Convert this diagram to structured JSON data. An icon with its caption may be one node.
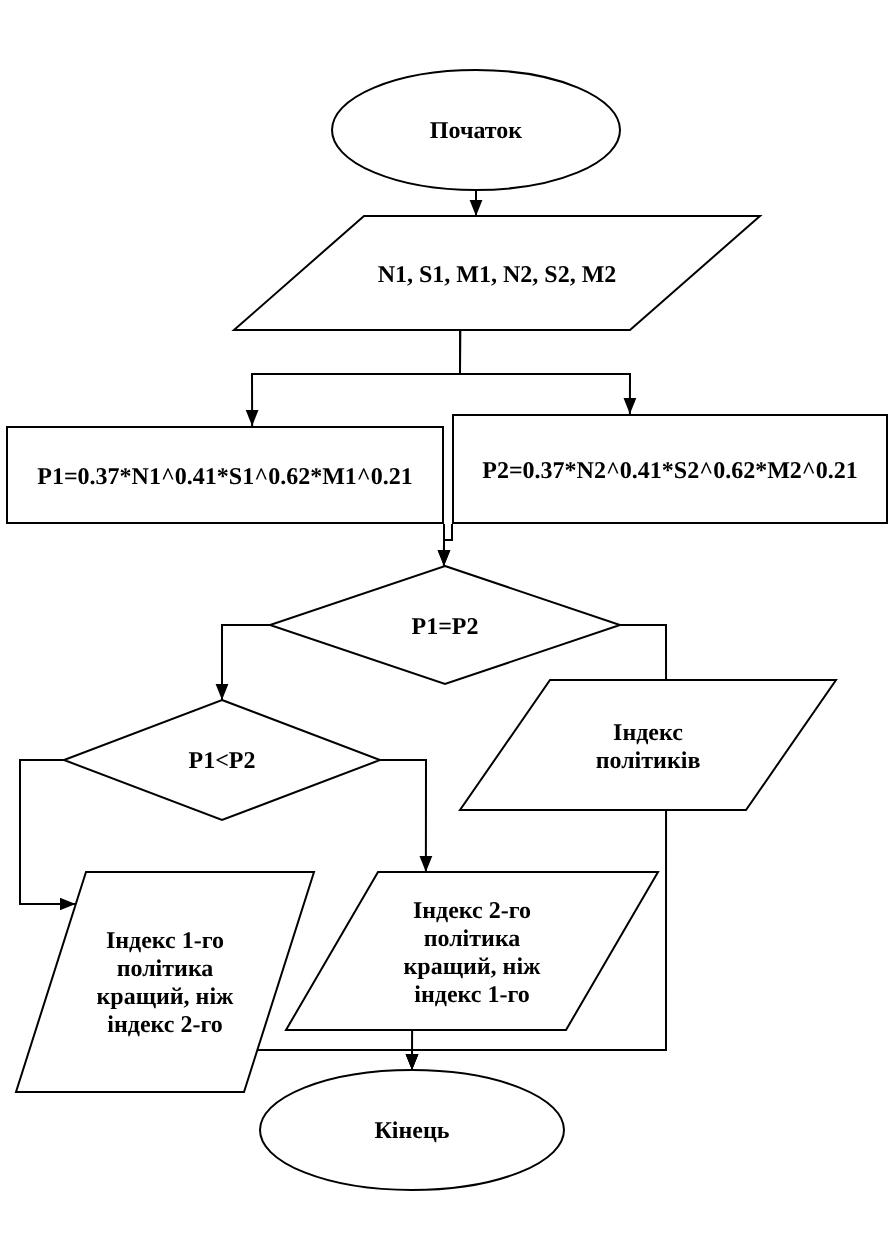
{
  "diagram": {
    "nodes": [
      {
        "text": [
          "Початок"
        ]
      },
      {
        "text": [
          "N1, S1, M1, N2, S2, M2"
        ]
      },
      {
        "text": [
          "P1=0.37*N1^0.41*S1^0.62*M1^0.21"
        ]
      },
      {
        "text": [
          "P2=0.37*N2^0.41*S2^0.62*M2^0.21"
        ]
      },
      {
        "text": [
          "P1=P2"
        ]
      },
      {
        "text": [
          "P1<P2"
        ]
      },
      {
        "text": [
          "Індекс політиків"
        ]
      },
      {
        "text": [
          "Індекс 1-го політика кращий, ніж індекс 2-го"
        ]
      },
      {
        "text": [
          "Індекс 2-го політика кращий, ніж індекс 1-го"
        ]
      },
      {
        "text": [
          "Кінець"
        ]
      }
    ],
    "edges": [
      {
        "from": 0,
        "to": 1,
        "arrow": "to"
      },
      {
        "from": 1,
        "to": 2,
        "arrow": "to"
      },
      {
        "from": 1,
        "to": 3,
        "arrow": "to"
      },
      {
        "from": 2,
        "to": 4,
        "arrow": "to"
      },
      {
        "from": 3,
        "to": 4,
        "arrow": "to"
      },
      {
        "from": 4,
        "to": 5,
        "arrow": "to"
      },
      {
        "from": 4,
        "to": 6,
        "arrow": "none"
      },
      {
        "from": 5,
        "to": 7,
        "arrow": "to"
      },
      {
        "from": 5,
        "to": 8,
        "arrow": "to"
      },
      {
        "from": 6,
        "to": 9,
        "arrow": "to"
      },
      {
        "from": 7,
        "to": 9,
        "arrow": "to"
      },
      {
        "from": 8,
        "to": 9,
        "arrow": "to"
      }
    ]
  }
}
